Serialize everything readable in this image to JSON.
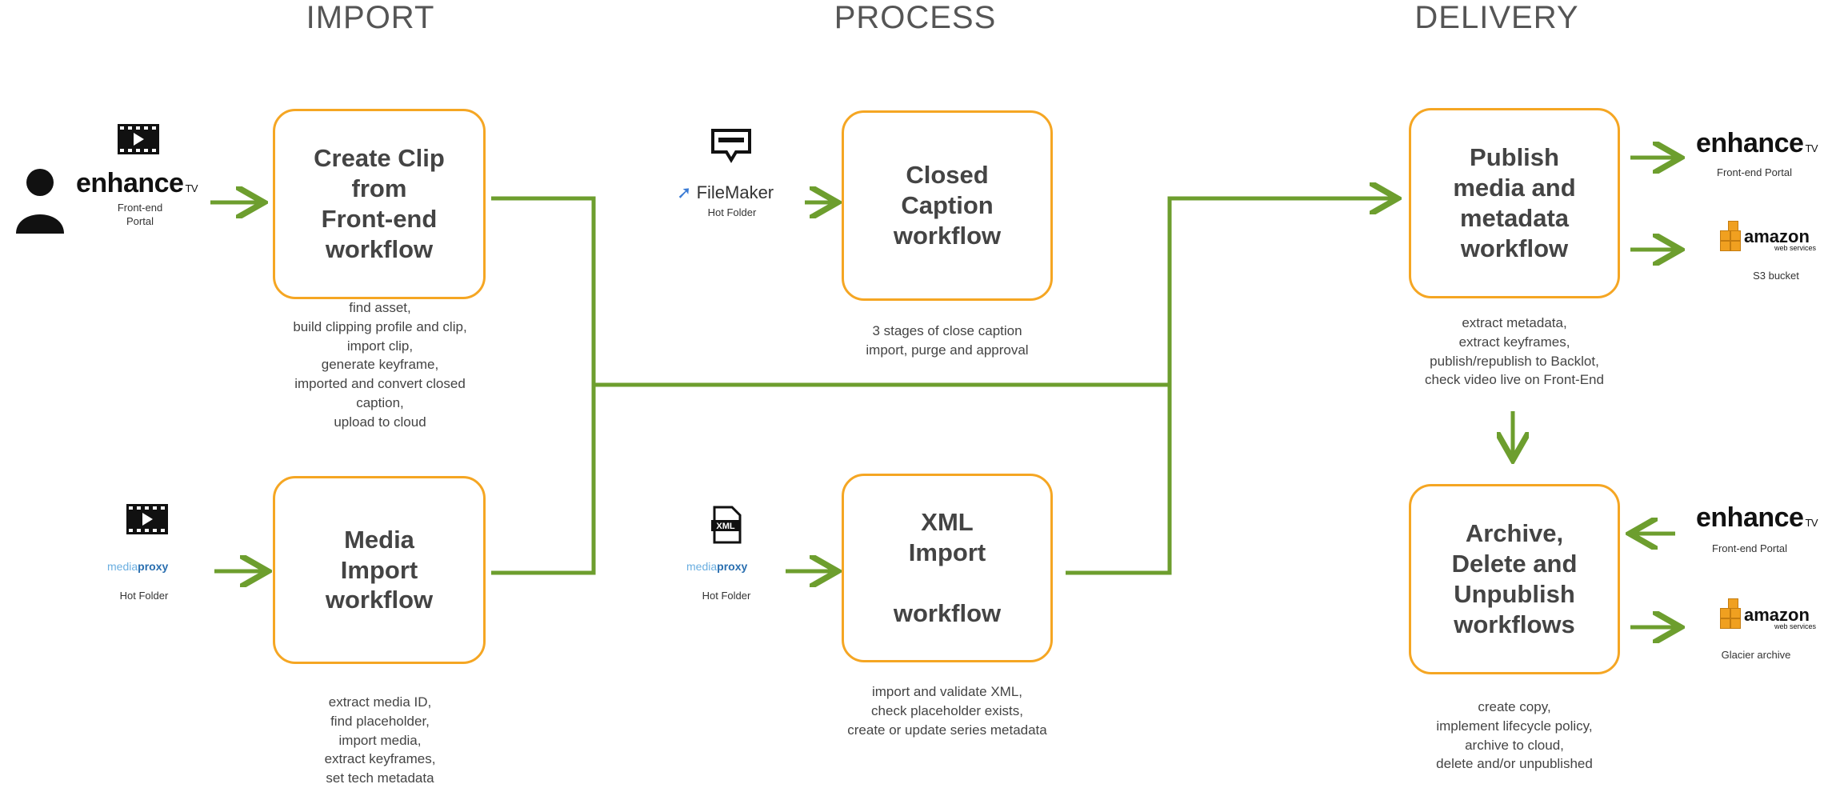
{
  "stages": {
    "import": "IMPORT",
    "process": "PROCESS",
    "delivery": "DELIVERY"
  },
  "workflows": {
    "create_clip": "Create Clip\nfrom\nFront-end\nworkflow",
    "media_import": "Media\nImport\nworkflow",
    "closed_caption": "Closed\nCaption\nworkflow",
    "xml_import": "XML\nImport\n\nworkflow",
    "publish": "Publish\nmedia and\nmetadata\nworkflow",
    "archive": "Archive,\nDelete and\nUnpublish\nworkflows"
  },
  "captions": {
    "create_clip": "find asset,\nbuild clipping profile and clip,\nimport clip,\ngenerate keyframe,\nimported and convert closed\ncaption,\nupload to cloud",
    "media_import": "extract media ID,\nfind placeholder,\nimport media,\nextract keyframes,\nset tech metadata",
    "closed_caption": "3 stages of close caption\nimport, purge and approval",
    "xml_import": "import and validate XML,\ncheck placeholder exists,\ncreate or update series metadata",
    "publish": "extract metadata,\nextract keyframes,\npublish/republish to Backlot,\ncheck video live on Front-End",
    "archive": "create copy,\nimplement lifecycle policy,\narchive to cloud,\ndelete and/or unpublished"
  },
  "sources": {
    "enhance_brand": "enhance",
    "enhance_tv": "TV",
    "frontend_portal_wrapped": "Front-end\nPortal",
    "frontend_portal": "Front-end Portal",
    "mediaproxy_a": "media",
    "mediaproxy_b": "proxy",
    "hot_folder": "Hot Folder",
    "filemaker": "FileMaker",
    "amazon": "amazon",
    "amazon_sub": "web services",
    "s3_bucket": "S3 bucket",
    "glacier": "Glacier archive",
    "xml_icon_text": "XML"
  },
  "colors": {
    "workflow_border": "#f5a623",
    "connector": "#6d9e2e"
  },
  "icons": [
    "film-icon",
    "person-icon",
    "speech-bubble-icon",
    "xml-file-icon",
    "aws-cubes-icon"
  ]
}
